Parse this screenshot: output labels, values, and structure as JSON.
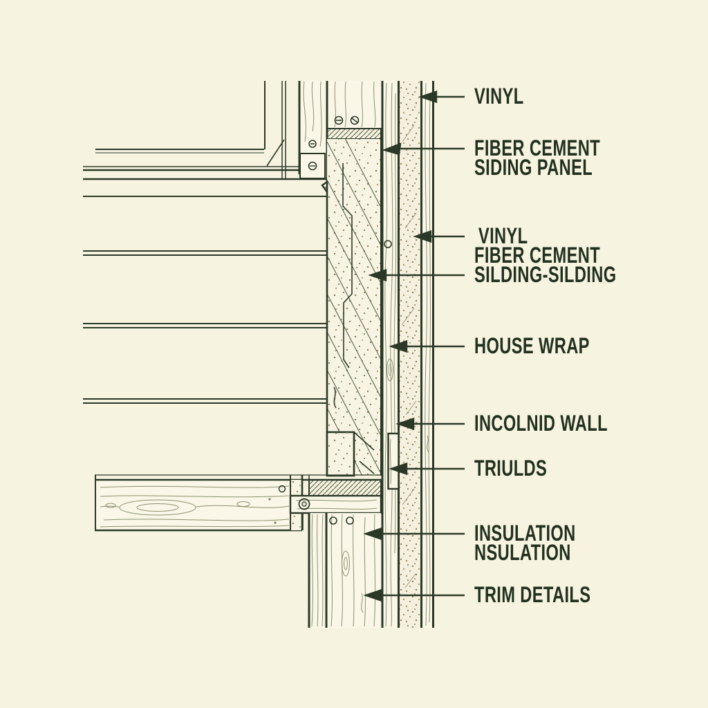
{
  "figure": {
    "kind": "construction-detail-line-drawing",
    "subject": "exterior wall siding section detail"
  },
  "colors": {
    "background": "#f7f3e1",
    "ink": "#2b3827",
    "grain": "#89906e",
    "hatch": "#4a573f",
    "speckle": "#7c7a5c",
    "speckle_warm": "#ae8a57",
    "label_text": "#22301f",
    "board_fill": "#faf7e8",
    "stucco_fill": "#f5f0dd"
  },
  "icons": {
    "leader_arrowhead": "left-pointing solid triangle"
  },
  "labels": [
    {
      "id": "vinyl-top",
      "lines": [
        "VINYL"
      ]
    },
    {
      "id": "fiber-cement-siding-panel",
      "lines": [
        "FIBER CEMENT",
        "SIDING PANEL"
      ]
    },
    {
      "id": "vinyl-fiber-cement-silding",
      "lines": [
        "VINYL",
        "FIBER CEMENT",
        "SILDING-SILDING"
      ]
    },
    {
      "id": "house-wrap",
      "lines": [
        "HOUSE WRAP"
      ]
    },
    {
      "id": "incolnid-wall",
      "lines": [
        "INCOLNID WALL"
      ]
    },
    {
      "id": "triulds",
      "lines": [
        "TRIULDS"
      ]
    },
    {
      "id": "insulation",
      "lines": [
        "INSULATION",
        "NSULATION"
      ]
    },
    {
      "id": "trim-details",
      "lines": [
        "TRIM DETAILS"
      ]
    }
  ]
}
